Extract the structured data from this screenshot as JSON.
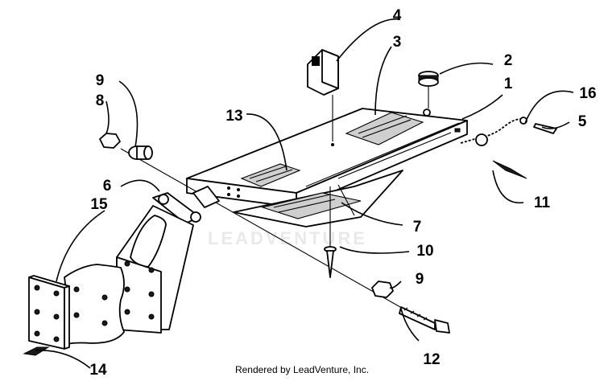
{
  "diagram": {
    "callouts": [
      "1",
      "2",
      "3",
      "4",
      "5",
      "6",
      "7",
      "8",
      "9",
      "9",
      "10",
      "11",
      "12",
      "13",
      "14",
      "15",
      "16"
    ],
    "watermark": "LEADVENTURE"
  },
  "footer": {
    "credit": "Rendered by LeadVenture, Inc."
  }
}
